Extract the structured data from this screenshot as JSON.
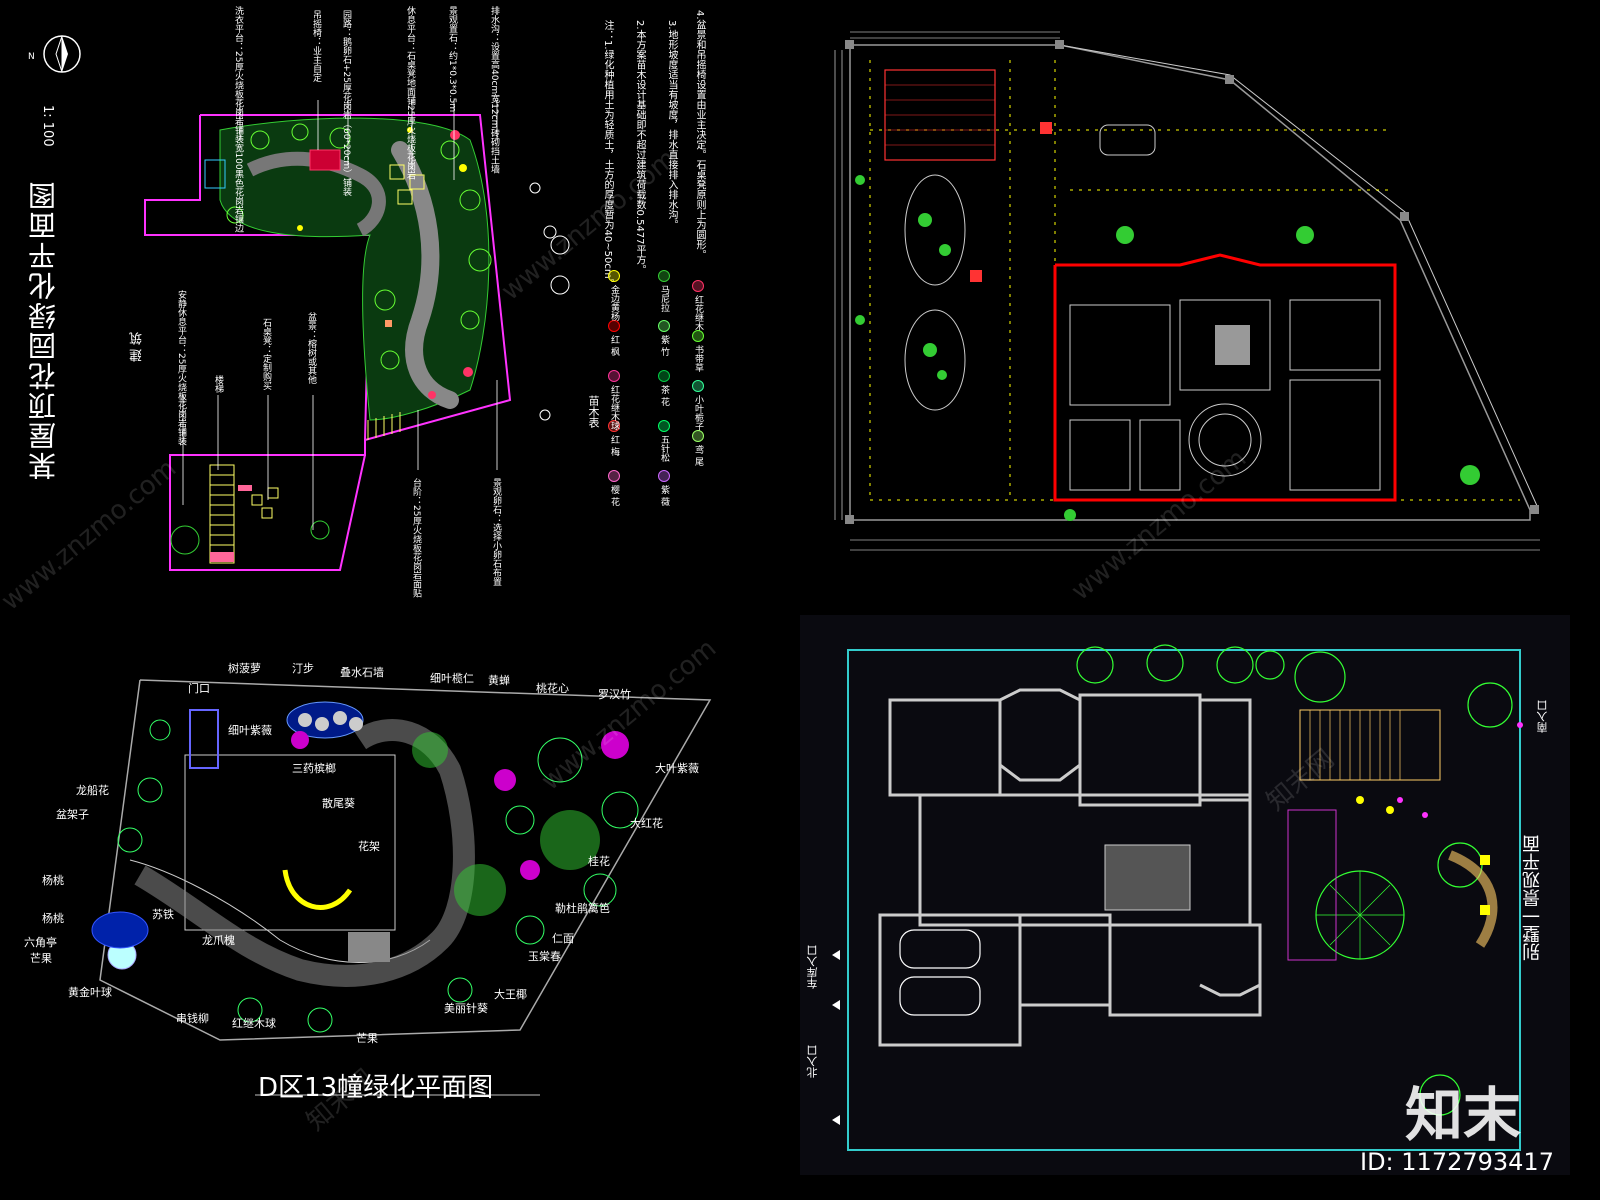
{
  "panel_tl": {
    "title": "某屋顶花园绿化平面图",
    "scale": "1: 100",
    "north": "N",
    "building": "建  筑",
    "callouts_top": [
      "洗衣平台：25厚火烧板花岗岩铺装宽100黑色花岗岩镶边",
      "吊摇椅：业主自定",
      "园路：鹅卵石+25厚花岗岩（60*20cm）铺装",
      "休息平台：石桌凳地面铺25厚火烧板花岗岩",
      "景观置石：约1*0.3*0.5m",
      "排水沟：设置高40cm宽12cm砖砌挡土墙"
    ],
    "callouts_left": [
      "安静休息平台：25厚火烧板花岗岩铺装",
      "楼梯",
      "石桌凳：定制购买",
      "盆景：榕树或其他"
    ],
    "callouts_bottom": [
      "台阶：25厚火烧板花岗岩面贴",
      "景观卵石：选择小卵石布置"
    ],
    "notes": [
      "注：1.绿化种植用土为轻质土，土方的厚度暂为40~50cm。",
      "2.本方案苗木设计基础即不超过建筑荷载数0.5477平方。",
      "3.地形坡度适当有坡度，排水直接排入排水沟。",
      "4.盆景和吊摇椅设置由业主决定。石桌凳原则上为圆形。"
    ],
    "legend_title": "苗木表",
    "legend": [
      {
        "name": "樱  花",
        "color": "#ff66cc"
      },
      {
        "name": "红  梅",
        "color": "#ff3333"
      },
      {
        "name": "红花继木球",
        "color": "#ff3399"
      },
      {
        "name": "红  枫",
        "color": "#ff0000"
      },
      {
        "name": "金边黄杨",
        "color": "#ffff00"
      },
      {
        "name": "紫  薇",
        "color": "#cc66ff"
      },
      {
        "name": "五针松",
        "color": "#00ff66"
      },
      {
        "name": "茶  花",
        "color": "#00cc44"
      },
      {
        "name": "紫  竹",
        "color": "#66ff66"
      },
      {
        "name": "马尼拉",
        "color": "#33cc33"
      },
      {
        "name": "红花继木",
        "color": "#ff3366"
      },
      {
        "name": "书带草",
        "color": "#66ff33"
      },
      {
        "name": "小叶栀子",
        "color": "#33ff99"
      },
      {
        "name": "鸢  尾",
        "color": "#99ff66"
      }
    ]
  },
  "panel_bl": {
    "title": "D区13幢绿化平面图",
    "labels": [
      "门口",
      "树菠萝",
      "汀步",
      "叠水石墙",
      "细叶榄仁",
      "黄蝉",
      "桃花心",
      "罗汉竹",
      "细叶紫薇",
      "三药槟榔",
      "大叶紫薇",
      "散尾葵",
      "大红花",
      "花架",
      "桂花",
      "勒杜鹃篱笆",
      "仁面",
      "玉棠春",
      "苏铁",
      "龙爪槐",
      "六角亭",
      "芒果",
      "黄金叶球",
      "串钱柳",
      "红继木球",
      "美丽针葵",
      "大王椰",
      "芒果",
      "龙船花",
      "盆架子",
      "杨桃",
      "杨桃"
    ]
  },
  "panel_br": {
    "title": "别墅一景观平面",
    "entrances": [
      "南入口",
      "车库入口",
      "北入口"
    ]
  },
  "watermark": {
    "brand": "知末",
    "id_text": "ID: 1172793417",
    "site": "www.znzmo.com",
    "site_cn": "知末网"
  }
}
